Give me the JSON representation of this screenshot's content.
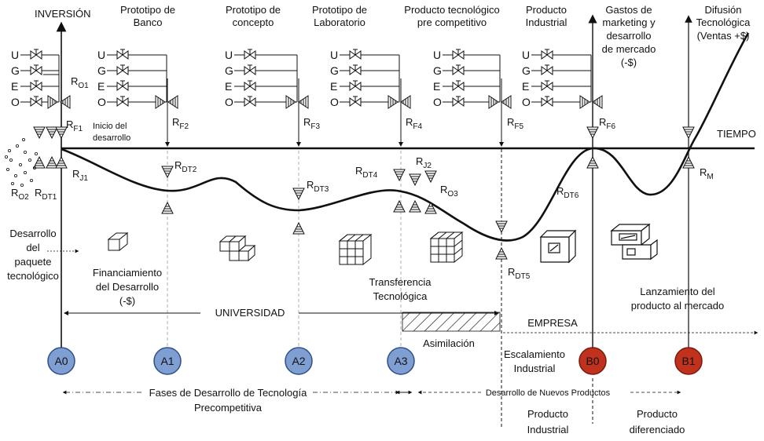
{
  "axes": {
    "y_label": "INVERSIÓN",
    "x_label": "TIEMPO"
  },
  "top_labels": [
    {
      "lines": [
        "Prototipo de",
        "Banco"
      ]
    },
    {
      "lines": [
        "Prototipo de",
        "concepto"
      ]
    },
    {
      "lines": [
        "Prototipo de",
        "Laboratorio"
      ]
    },
    {
      "lines": [
        "Producto tecnológico",
        "pre competitivo"
      ]
    },
    {
      "lines": [
        "Producto",
        "Industrial"
      ]
    },
    {
      "lines": [
        "Gastos de",
        "marketing y",
        "desarrollo",
        "de mercado",
        "(-$)"
      ]
    },
    {
      "lines": [
        "Difusión",
        "Tecnológica",
        "(Ventas +$)"
      ]
    }
  ],
  "valve_letters": [
    "U",
    "G",
    "E",
    "O"
  ],
  "r_labels": {
    "ro1": [
      "R",
      "O1"
    ],
    "rf1": [
      "R",
      "F1"
    ],
    "rj1": [
      "R",
      "J1"
    ],
    "ro2": [
      "R",
      "O2"
    ],
    "rdt1": [
      "R",
      "DT1"
    ],
    "rf2": [
      "R",
      "F2"
    ],
    "rf3": [
      "R",
      "F3"
    ],
    "rf4": [
      "R",
      "F4"
    ],
    "rf5": [
      "R",
      "F5"
    ],
    "rf6": [
      "R",
      "F6"
    ],
    "rdt2": [
      "R",
      "DT2"
    ],
    "rdt3": [
      "R",
      "DT3"
    ],
    "rdt4": [
      "R",
      "DT4"
    ],
    "rj2": [
      "R",
      "J2"
    ],
    "ro3": [
      "R",
      "O3"
    ],
    "rdt5": [
      "R",
      "DT5"
    ],
    "rdt6": [
      "R",
      "DT6"
    ],
    "rm": [
      "R",
      "M"
    ]
  },
  "inicio": [
    "Inicio del",
    "desarrollo"
  ],
  "desarrollo_paquete": [
    "Desarrollo",
    "del",
    "paquete",
    "tecnológico"
  ],
  "financiamiento": [
    "Financiamiento",
    "del Desarrollo",
    "(-$)"
  ],
  "transferencia": [
    "Transferencia",
    "Tecnológica"
  ],
  "lanzamiento": [
    "Lanzamiento del",
    "producto al mercado"
  ],
  "universidad": "UNIVERSIDAD",
  "empresa": "EMPRESA",
  "asimilacion": "Asimilación",
  "escalamiento": [
    "Escalamiento",
    "Industrial"
  ],
  "phases": [
    {
      "id": "A0",
      "color": "#7f9fd3"
    },
    {
      "id": "A1",
      "color": "#7f9fd3"
    },
    {
      "id": "A2",
      "color": "#7f9fd3"
    },
    {
      "id": "A3",
      "color": "#7f9fd3"
    },
    {
      "id": "B0",
      "color": "#c0321d"
    },
    {
      "id": "B1",
      "color": "#c0321d"
    }
  ],
  "fases_label": [
    "Fases de Desarrollo de Tecnología",
    "Precompetitiva"
  ],
  "nuevos_productos": "Desarrollo de Nuevos Productos",
  "producto_industrial": [
    "Producto",
    "Industrial"
  ],
  "producto_diferenciado": [
    "Producto",
    "diferenciado"
  ]
}
